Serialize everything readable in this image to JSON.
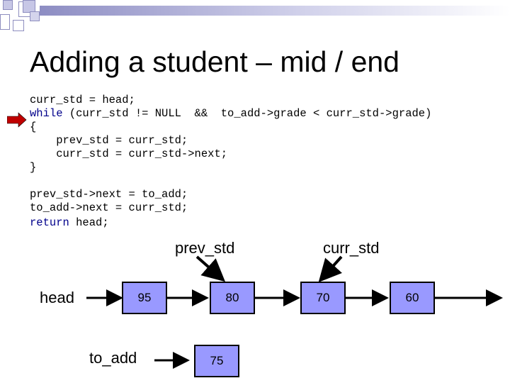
{
  "slide": {
    "title": "Adding a student – mid / end"
  },
  "code": {
    "line1": "curr_std = head;",
    "line2_keyword": "while",
    "line2_rest": " (curr_std != NULL  &&  to_add->grade < curr_std->grade)",
    "line3": "{",
    "line4": "    prev_std = curr_std;",
    "line5": "    curr_std = curr_std->next;",
    "line6": "}",
    "line7": "prev_std->next = to_add;",
    "line8": "to_add->next = curr_std;",
    "line9_keyword": "return",
    "line9_rest": " head;"
  },
  "diagram": {
    "head_label": "head",
    "prev_label": "prev_std",
    "curr_label": "curr_std",
    "to_add_label": "to_add",
    "nodes": [
      "95",
      "80",
      "70",
      "60"
    ],
    "new_node": "75"
  },
  "colors": {
    "node_fill": "#9999ff",
    "keyword": "#00008b",
    "current_line_arrow": "#c00000"
  }
}
